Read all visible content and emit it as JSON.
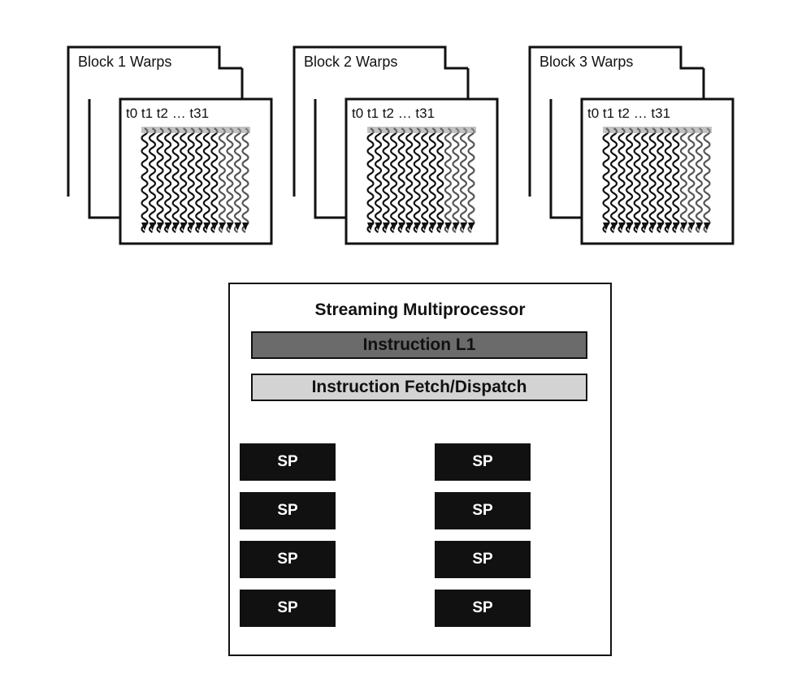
{
  "blocks": [
    {
      "label": "Block 1 Warps",
      "threads_label": "t0 t1 t2 … t31"
    },
    {
      "label": "Block 2 Warps",
      "threads_label": "t0 t1 t2 … t31"
    },
    {
      "label": "Block 3 Warps",
      "threads_label": "t0 t1 t2 … t31"
    }
  ],
  "sm": {
    "title": "Streaming Multiprocessor",
    "instruction_l1": "Instruction L1",
    "fetch_dispatch": "Instruction Fetch/Dispatch",
    "sp_label": "SP",
    "sp_count": 8
  },
  "colors": {
    "line": "#111111",
    "instruction_l1_fill": "#6b6b6b",
    "fetch_dispatch_fill": "#d3d3d3",
    "sp_fill": "#111111",
    "sp_text": "#ffffff"
  }
}
